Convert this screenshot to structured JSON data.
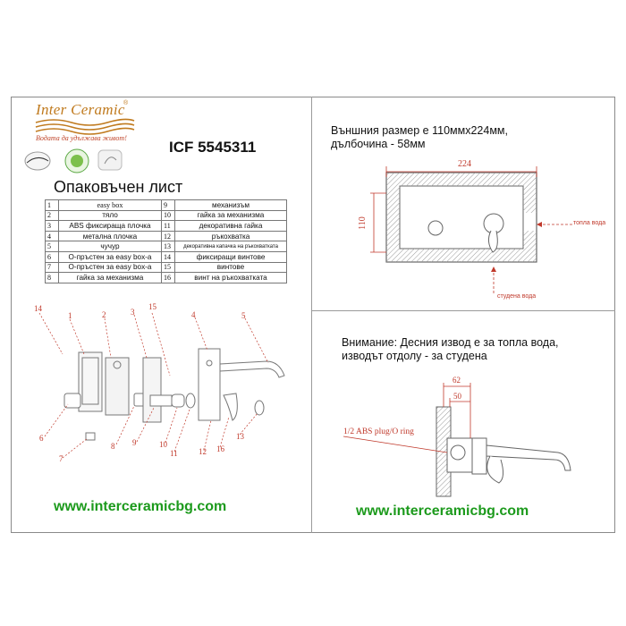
{
  "brand": {
    "name": "Inter Ceramic",
    "reg": "®",
    "tagline": "Водата да удължава живот!"
  },
  "product_code": "ICF 5545311",
  "packing_list": {
    "title": "Опаковъчен лист",
    "rows": [
      {
        "n1": "1",
        "t1": "easy box",
        "n2": "9",
        "t2": "механизъм"
      },
      {
        "n1": "2",
        "t1": "тяло",
        "n2": "10",
        "t2": "гайка за механизма"
      },
      {
        "n1": "3",
        "t1": "ABS фиксираща плочка",
        "n2": "11",
        "t2": "декоративна гайка"
      },
      {
        "n1": "4",
        "t1": "метална плочка",
        "n2": "12",
        "t2": "ръкохватка"
      },
      {
        "n1": "5",
        "t1": "чучур",
        "n2": "13",
        "t2": "декоративна капачка на ръкохватката"
      },
      {
        "n1": "6",
        "t1": "О-пръстен за easy box-a",
        "n2": "14",
        "t2": "фиксиращи винтове"
      },
      {
        "n1": "7",
        "t1": "О-пръстен за easy box-a",
        "n2": "15",
        "t2": "винтове"
      },
      {
        "n1": "8",
        "t1": "гайка за механизма",
        "n2": "16",
        "t2": "винт на ръкохватката"
      }
    ]
  },
  "dimensions": {
    "line1": "Външния размер е 110ммх224мм,",
    "line2": "дълбочина - 58мм",
    "width": "224",
    "height": "110",
    "hot_label": "топла вода",
    "cold_label": "студена вода"
  },
  "warning": {
    "line1": "Внимание: Десния извод е за топла вода,",
    "line2": "изводът отдолу - за студена"
  },
  "side_view": {
    "dim_outer": "62",
    "dim_inner": "50",
    "plug_label": "1/2 ABS plug/O ring"
  },
  "exploded_callouts": [
    "14",
    "1",
    "2",
    "3",
    "15",
    "4",
    "5",
    "6",
    "7",
    "8",
    "9",
    "10",
    "11",
    "12",
    "16",
    "13"
  ],
  "website": "www.interceramicbg.com",
  "colors": {
    "brand": "#c07a1e",
    "url": "#1c9a1c",
    "callout": "#c0392b"
  }
}
